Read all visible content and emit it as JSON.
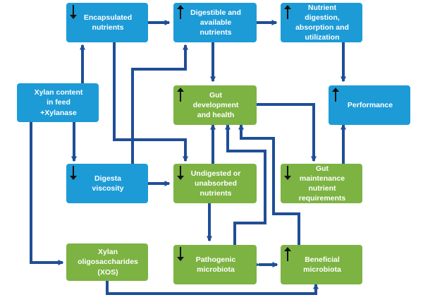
{
  "colors": {
    "blue": "#1d9bd7",
    "green": "#7cb342",
    "arrow": "#1f4e96",
    "indicator": "#111111"
  },
  "nodes": {
    "encapsulated": {
      "label": "Encapsulated\nnutrients",
      "indicator": "down",
      "color": "blue"
    },
    "digestible": {
      "label": "Digestible and\navailable nutrients",
      "indicator": "up",
      "color": "blue"
    },
    "nutrient_digestion": {
      "label": "Nutrient digestion,\nabsorption and\nutilization",
      "indicator": "up",
      "color": "blue"
    },
    "xylan_content": {
      "label": "Xylan content\nin feed\n+Xylanase",
      "indicator": "none",
      "color": "blue"
    },
    "gut_development": {
      "label": "Gut development\nand health",
      "indicator": "up",
      "color": "green"
    },
    "performance": {
      "label": "Performance",
      "indicator": "up",
      "color": "blue"
    },
    "digesta_viscosity": {
      "label": "Digesta viscosity",
      "indicator": "down",
      "color": "blue"
    },
    "undigested": {
      "label": "Undigested or\nunabsorbed\nnutrients",
      "indicator": "down",
      "color": "green"
    },
    "gut_maintenance": {
      "label": "Gut maintenance\nnutrient\nrequirements",
      "indicator": "down",
      "color": "green"
    },
    "xos": {
      "label": "Xylan\noligosaccharides\n(XOS)",
      "indicator": "none",
      "color": "green"
    },
    "pathogenic": {
      "label": "Pathogenic\nmicrobiota",
      "indicator": "down",
      "color": "green"
    },
    "beneficial": {
      "label": "Beneficial\nmicrobiota",
      "indicator": "up",
      "color": "green"
    }
  }
}
